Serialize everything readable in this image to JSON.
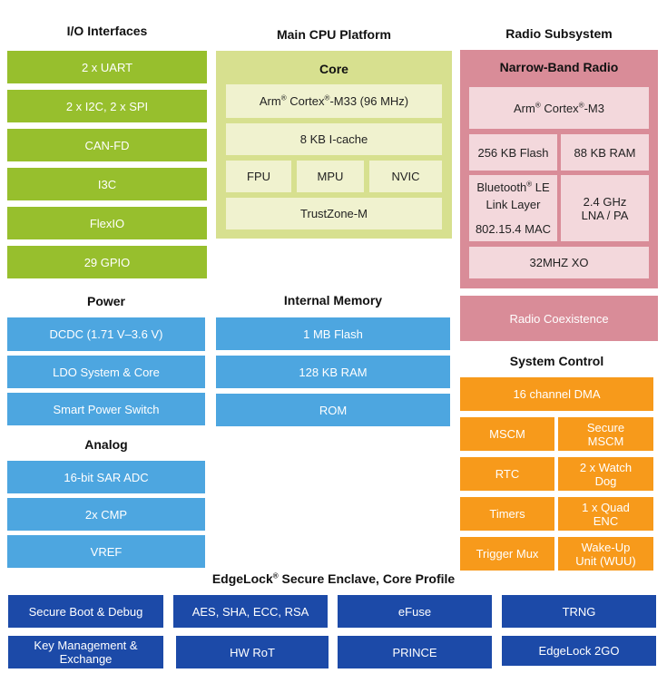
{
  "io": {
    "title": "I/O Interfaces",
    "items": [
      "2 x UART",
      "2 x I2C, 2 x SPI",
      "CAN-FD",
      "I3C",
      "FlexIO",
      "29 GPIO"
    ]
  },
  "cpu": {
    "title": "Main CPU Platform",
    "core_title": "Core",
    "arm_prefix": "Arm",
    "reg": "®",
    "arm_core": "Cortex",
    "arm_suffix": "-M33 (96 MHz)",
    "icache": "8 KB I-cache",
    "fpu": "FPU",
    "mpu": "MPU",
    "nvic": "NVIC",
    "trustzone": "TrustZone-M"
  },
  "radio": {
    "title": "Radio Subsystem",
    "nbr_title": "Narrow-Band Radio",
    "arm_prefix": "Arm",
    "reg": "®",
    "arm_core": "Cortex",
    "arm_suffix": "-M3",
    "flash": "256 KB Flash",
    "ram": "88 KB RAM",
    "ble_line1": "Bluetooth",
    "ble_line1_suffix": " LE",
    "ble_line2": "Link Layer",
    "mac": "802.15.4 MAC",
    "lna_line1": "2.4 GHz",
    "lna_line2": "LNA / PA",
    "xo": "32MHZ XO",
    "coexistence": "Radio Coexistence"
  },
  "power": {
    "title": "Power",
    "items": [
      "DCDC (1.71 V–3.6 V)",
      "LDO System & Core",
      "Smart Power Switch"
    ]
  },
  "memory": {
    "title": "Internal Memory",
    "items": [
      "1 MB Flash",
      "128 KB RAM",
      "ROM"
    ]
  },
  "analog": {
    "title": "Analog",
    "items": [
      "16-bit SAR ADC",
      "2x CMP",
      "VREF"
    ]
  },
  "system": {
    "title": "System Control",
    "dma": "16 channel DMA",
    "mscm": "MSCM",
    "secure_mscm_1": "Secure",
    "secure_mscm_2": "MSCM",
    "rtc": "RTC",
    "watchdog_1": "2 x Watch",
    "watchdog_2": "Dog",
    "timers": "Timers",
    "quad_1": "1 x Quad",
    "quad_2": "ENC",
    "trigger": "Trigger Mux",
    "wuu_1": "Wake-Up",
    "wuu_2": "Unit (WUU)"
  },
  "edgelock": {
    "title_prefix": "EdgeLock",
    "reg": "®",
    "title_suffix": " Secure Enclave, Core Profile",
    "row1": [
      "Secure Boot & Debug",
      "AES, SHA, ECC, RSA",
      "eFuse",
      "TRNG"
    ],
    "km_1": "Key Management &",
    "km_2": "Exchange",
    "row2": [
      "HW RoT",
      "PRINCE",
      "EdgeLock 2GO"
    ]
  },
  "colors": {
    "green": "#97bf2d",
    "blue": "#4da6e0",
    "orange": "#f79a1b",
    "navy": "#1c4aa8",
    "pink": "#d98c98"
  }
}
